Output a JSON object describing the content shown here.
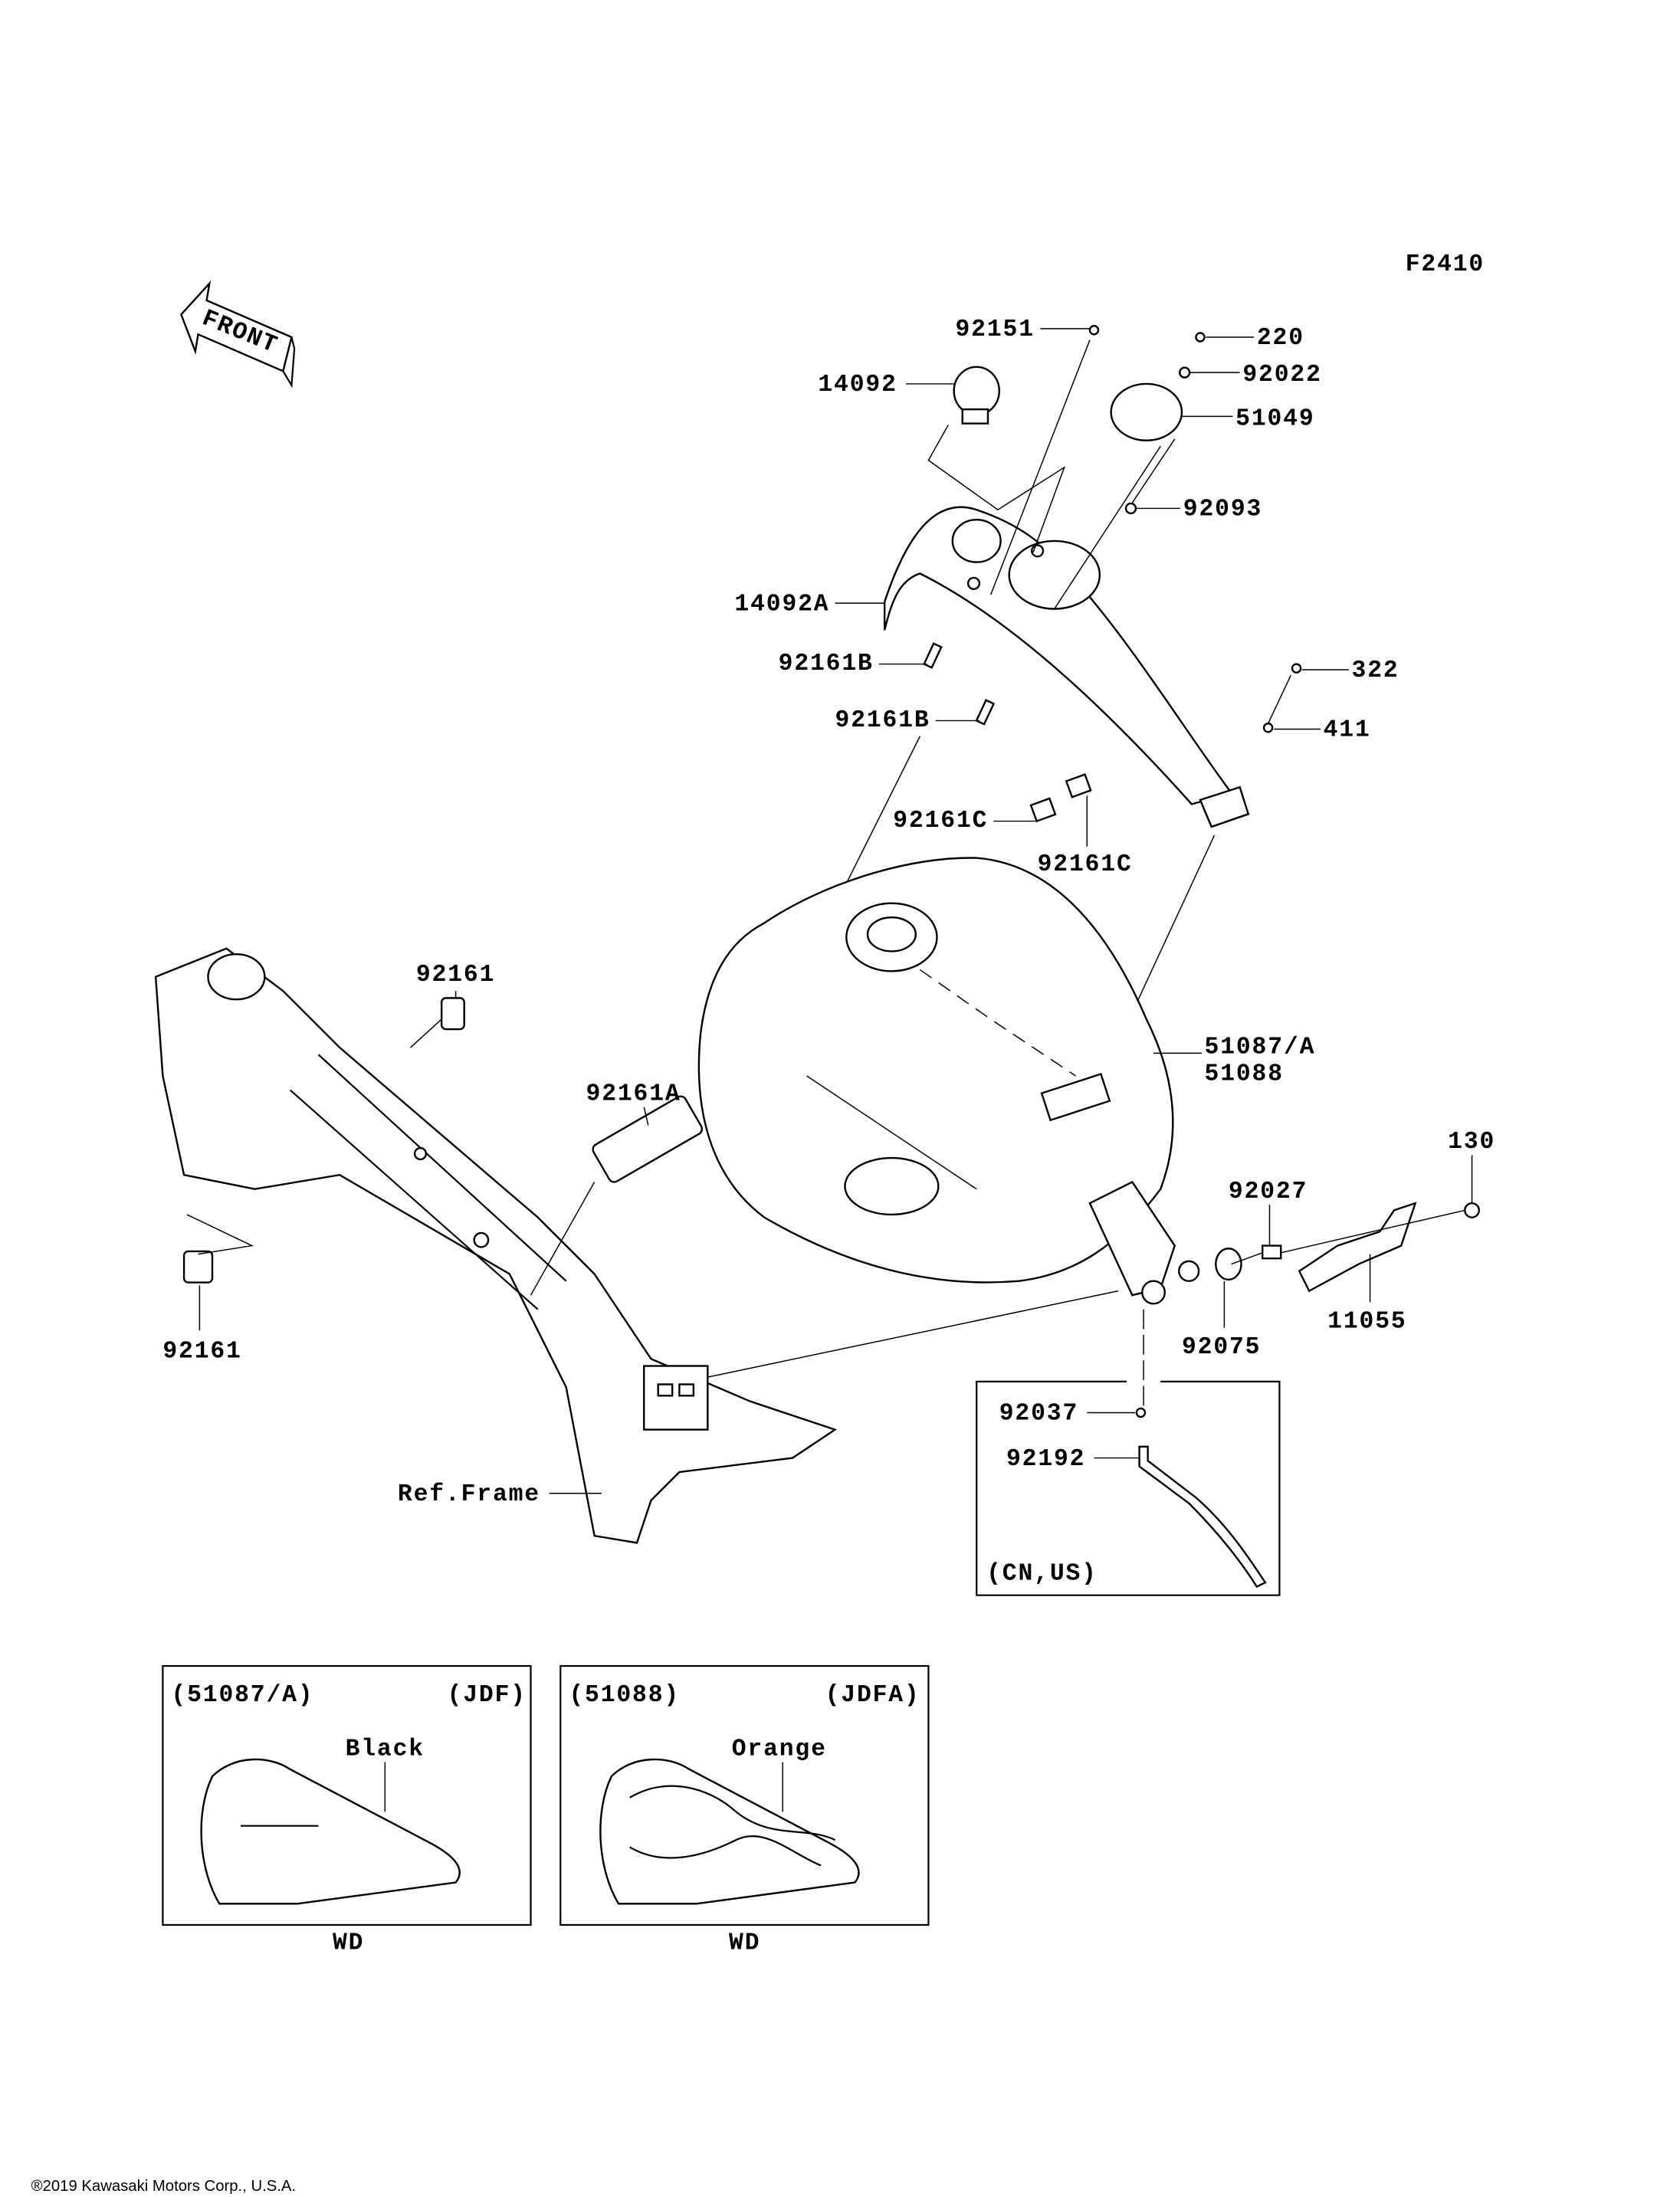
{
  "figure_code": "F2410",
  "front_arrow": {
    "label": "FRONT",
    "icon": "front-direction-arrow-icon"
  },
  "callouts": {
    "p92151": "92151",
    "p220": "220",
    "p92022": "92022",
    "p14092": "14092",
    "p51049": "51049",
    "p92093": "92093",
    "p14092A": "14092A",
    "p92161B_1": "92161B",
    "p92161B_2": "92161B",
    "p322": "322",
    "p411": "411",
    "p92161C_1": "92161C",
    "p92161C_2": "92161C",
    "p92161_top": "92161",
    "p92161A": "92161A",
    "p51087A": "51087/A",
    "p51088": "51088",
    "p130": "130",
    "p92027": "92027",
    "p92075": "92075",
    "p11055": "11055",
    "p92037": "92037",
    "p92192": "92192",
    "p92161_bottom": "92161",
    "ref_frame": "Ref.Frame"
  },
  "inset_region": {
    "label": "(CN,US)"
  },
  "variants": [
    {
      "part": "(51087/A)",
      "code": "(JDF)",
      "color": "Black",
      "footer": "WD"
    },
    {
      "part": "(51088)",
      "code": "(JDFA)",
      "color": "Orange",
      "footer": "WD"
    }
  ],
  "copyright": "®2019 Kawasaki Motors Corp., U.S.A."
}
